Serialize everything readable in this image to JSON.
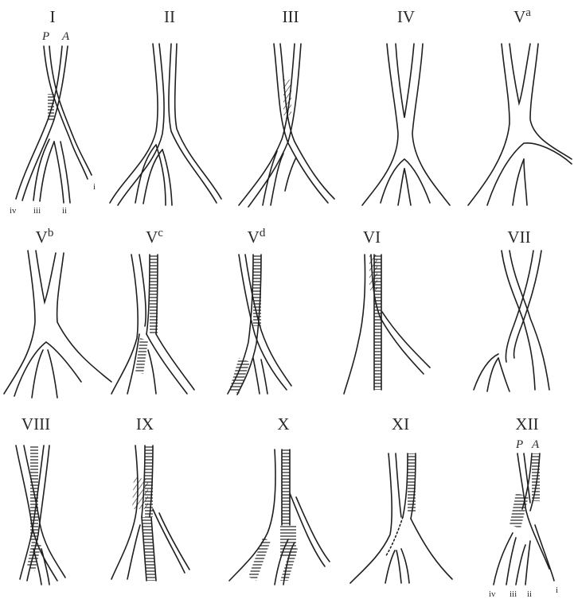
{
  "figure_labels": [
    {
      "roman": "I",
      "sup": ""
    },
    {
      "roman": "II",
      "sup": ""
    },
    {
      "roman": "III",
      "sup": ""
    },
    {
      "roman": "IV",
      "sup": ""
    },
    {
      "roman": "V",
      "sup": "a"
    },
    {
      "roman": "V",
      "sup": "b"
    },
    {
      "roman": "V",
      "sup": "c"
    },
    {
      "roman": "V",
      "sup": "d"
    },
    {
      "roman": "VI",
      "sup": ""
    },
    {
      "roman": "VII",
      "sup": ""
    },
    {
      "roman": "VIII",
      "sup": ""
    },
    {
      "roman": "IX",
      "sup": ""
    },
    {
      "roman": "X",
      "sup": ""
    },
    {
      "roman": "XI",
      "sup": ""
    },
    {
      "roman": "XII",
      "sup": ""
    }
  ],
  "vessel_labels": {
    "P": "P",
    "A": "A"
  },
  "branch_labels": {
    "i": "i",
    "ii": "ii",
    "iii": "iii",
    "iv": "iv"
  },
  "colors": {
    "ink": "#1f1f1f",
    "paper": "#ffffff"
  }
}
